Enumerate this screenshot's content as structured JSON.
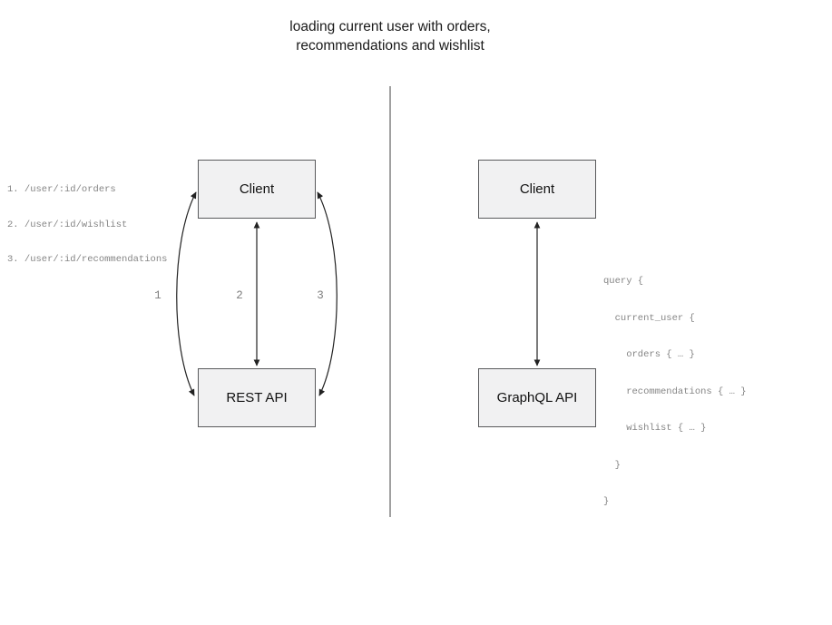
{
  "title": {
    "line1": "loading current user with orders,",
    "line2": "recommendations and wishlist"
  },
  "rest_panel": {
    "client_box_label": "Client",
    "api_box_label": "REST API",
    "endpoints": [
      "1. /user/:id/orders",
      "2. /user/:id/wishlist",
      "3. /user/:id/recommendations"
    ],
    "arrow_labels": [
      "1",
      "2",
      "3"
    ]
  },
  "graphql_panel": {
    "client_box_label": "Client",
    "api_box_label": "GraphQL API",
    "query_lines": [
      "query {",
      "  current_user {",
      "    orders { … }",
      "    recommendations { … }",
      "    wishlist { … }",
      "  }",
      "}"
    ]
  },
  "colors": {
    "box_fill": "#f1f1f2",
    "box_border": "#595a5c",
    "arrow_stroke": "#222222",
    "divider_stroke": "#777777",
    "muted_text": "#858585",
    "title_text": "#1a1a1a"
  }
}
